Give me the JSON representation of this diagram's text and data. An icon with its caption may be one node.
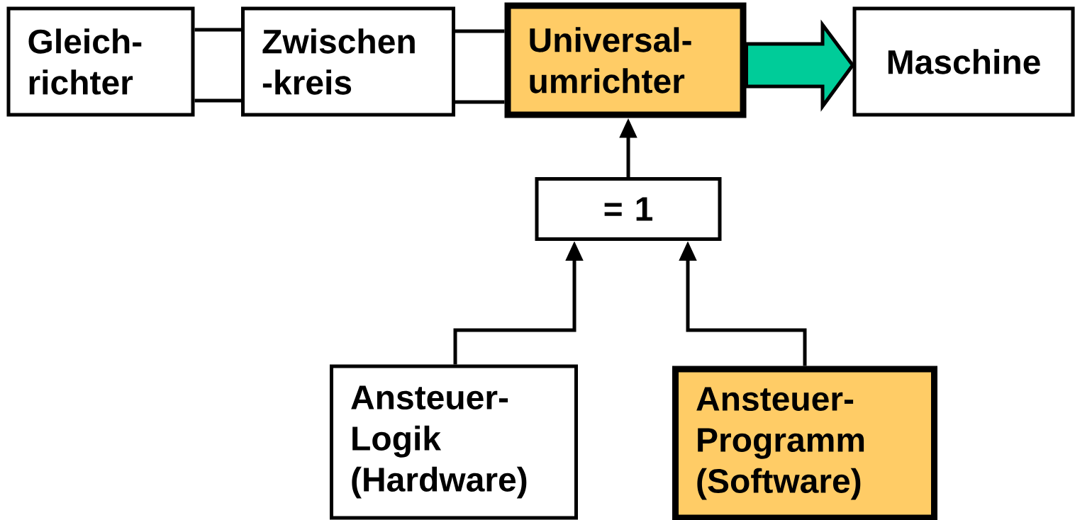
{
  "diagram": {
    "nodes": [
      {
        "text": [
          "Gleich- richter"
        ]
      },
      {
        "text": [
          "Zwischen -kreis"
        ]
      },
      {
        "text": [
          "Universal- umrichter"
        ]
      },
      {
        "text": [
          "Maschine"
        ]
      },
      {
        "text": [
          "= 1"
        ]
      },
      {
        "text": [
          "Ansteuer- Logik (Hardware)"
        ]
      },
      {
        "text": [
          "Ansteuer- Programm (Software)"
        ]
      }
    ],
    "edges": [
      {
        "from": 0,
        "to": 1,
        "arrow": "none"
      },
      {
        "from": 0,
        "to": 1,
        "arrow": "none"
      },
      {
        "from": 1,
        "to": 2,
        "arrow": "none"
      },
      {
        "from": 1,
        "to": 2,
        "arrow": "none"
      },
      {
        "from": 2,
        "to": 3,
        "arrow": "to",
        "style": "thick",
        "color": "#00cc99"
      },
      {
        "from": 4,
        "to": 2,
        "arrow": "to"
      },
      {
        "from": 5,
        "to": 4,
        "arrow": "to"
      },
      {
        "from": 6,
        "to": 4,
        "arrow": "to"
      }
    ]
  }
}
